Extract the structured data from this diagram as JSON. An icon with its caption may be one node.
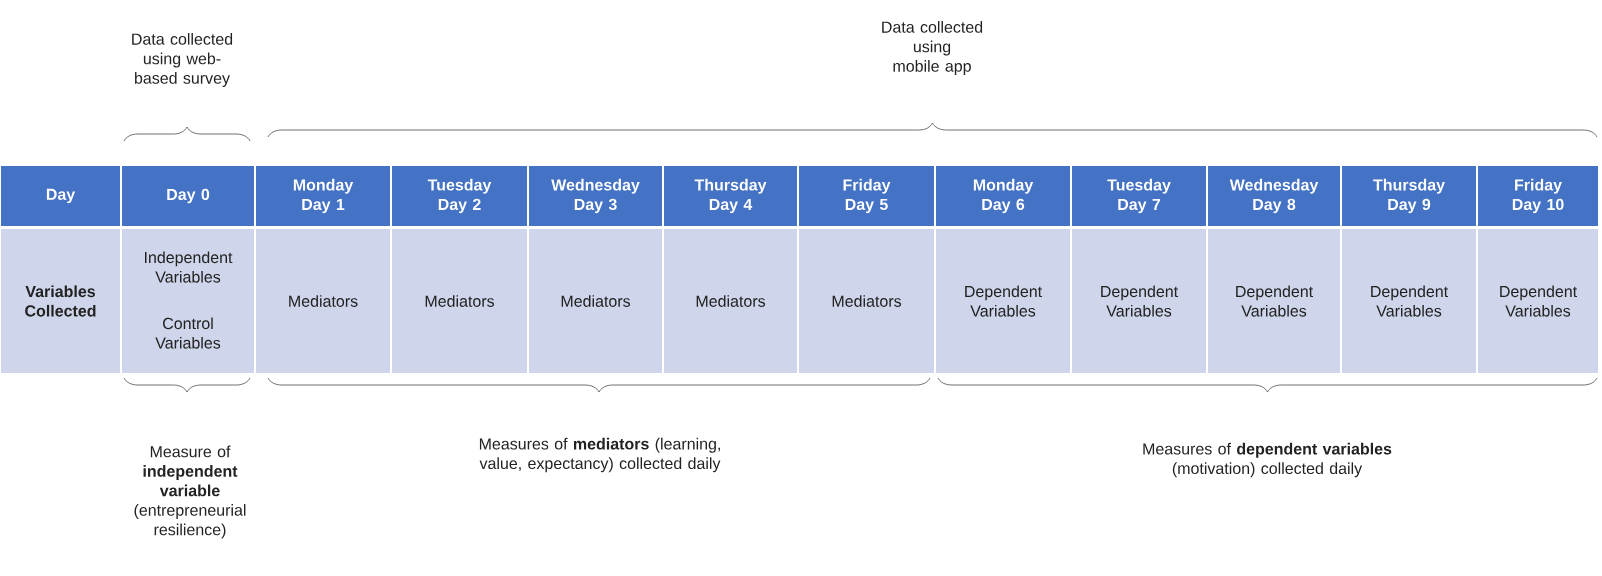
{
  "diagram": {
    "labels": [
      "Data collected using web-based survey",
      "Data collected using mobile app",
      "Day",
      "Day 0",
      "Monday Day 1",
      "Tuesday Day 2",
      "Wednesday Day 3",
      "Thursday Day 4",
      "Friday Day 5",
      "Monday Day 6",
      "Tuesday Day 7",
      "Wednesday Day 8",
      "Thursday Day 9",
      "Friday Day 10",
      "Variables Collected",
      "Independent Variables",
      "Control Variables",
      "Mediators",
      "Mediators",
      "Mediators",
      "Mediators",
      "Mediators",
      "Dependent Variables",
      "Dependent Variables",
      "Dependent Variables",
      "Dependent Variables",
      "Dependent Variables",
      "Measure of **independent variable** (entrepreneurial resilience)",
      "Measures of **mediators** (learning, value, expectancy) collected daily",
      "Measures of **dependent variables** (motivation) collected daily"
    ]
  }
}
